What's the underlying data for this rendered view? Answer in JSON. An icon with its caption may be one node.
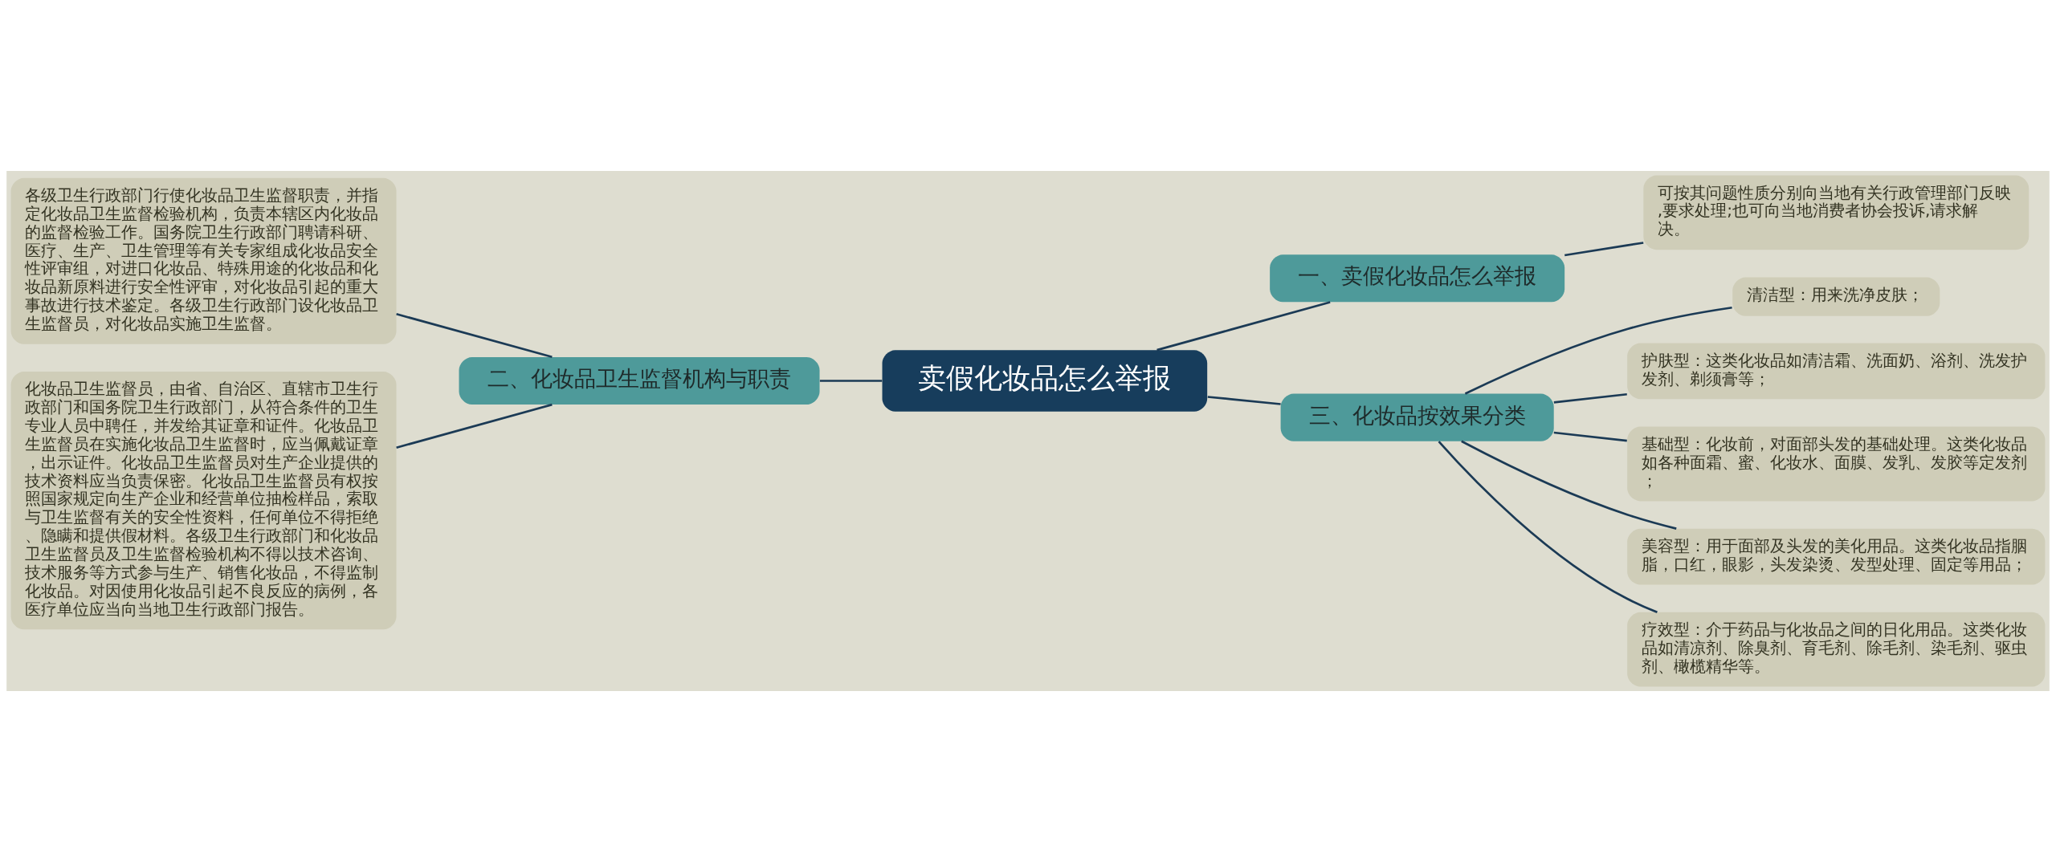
{
  "diagram": {
    "nodes": [
      {
        "text": [
          "卖假化妆品怎么举报"
        ]
      },
      {
        "text": [
          "一、卖假化妆品怎么举报"
        ]
      },
      {
        "text": [
          "可按其问题性质分别向当地有关行政管理部门反映,要求处理;也可向当地消费者协会投诉,请求解决。"
        ]
      },
      {
        "text": [
          "二、化妆品卫生监督机构与职责"
        ]
      },
      {
        "text": [
          "各级卫生行政部门行使化妆品卫生监督职责，并指定化妆品卫生监督检验机构，负责本辖区内化妆品的监督检验工作。国务院卫生行政部门聘请科研、医疗、生产、卫生管理等有关专家组成化妆品安全性评审组，对进口化妆品、特殊用途的化妆品和化妆品新原料进行安全性评审，对化妆品引起的重大事故进行技术鉴定。各级卫生行政部门设化妆品卫生监督员，对化妆品实施卫生监督。"
        ]
      },
      {
        "text": [
          "化妆品卫生监督员，由省、自治区、直辖市卫生行政部门和国务院卫生行政部门，从符合条件的卫生专业人员中聘任，并发给其证章和证件。化妆品卫生监督员在实施化妆品卫生监督时，应当佩戴证章，出示证件。化妆品卫生监督员对生产企业提供的技术资料应当负责保密。化妆品卫生监督员有权按照国家规定向生产企业和经营单位抽检样品，索取与卫生监督有关的安全性资料，任何单位不得拒绝、隐瞒和提供假材料。各级卫生行政部门和化妆品卫生监督员及卫生监督检验机构不得以技术咨询、技术服务等方式参与生产、销售化妆品，不得监制化妆品。对因使用化妆品引起不良反应的病例，各医疗单位应当向当地卫生行政部门报告。"
        ]
      },
      {
        "text": [
          "三、化妆品按效果分类"
        ]
      },
      {
        "text": [
          "清洁型：用来洗净皮肤；"
        ]
      },
      {
        "text": [
          "护肤型：这类化妆品如清洁霜、洗面奶、浴剂、洗发护发剂、剃须膏等；"
        ]
      },
      {
        "text": [
          "基础型：化妆前，对面部头发的基础处理。这类化妆品如各种面霜、蜜、化妆水、面膜、发乳、发胶等定发剂；"
        ]
      },
      {
        "text": [
          "美容型：用于面部及头发的美化用品。这类化妆品指胭脂，口红，眼影，头发染烫、发型处理、固定等用品；"
        ]
      },
      {
        "text": [
          "疗效型：介于药品与化妆品之间的日化用品。这类化妆品如清凉剂、除臭剂、育毛剂、除毛剂、染毛剂、驱虫剂、橄榄精华等。"
        ]
      }
    ],
    "edges": [
      {
        "from": 0,
        "to": 1,
        "arrow": "none"
      },
      {
        "from": 1,
        "to": 2,
        "arrow": "none"
      },
      {
        "from": 0,
        "to": 3,
        "arrow": "none"
      },
      {
        "from": 3,
        "to": 4,
        "arrow": "none"
      },
      {
        "from": 3,
        "to": 5,
        "arrow": "none"
      },
      {
        "from": 0,
        "to": 6,
        "arrow": "none"
      },
      {
        "from": 6,
        "to": 7,
        "arrow": "none"
      },
      {
        "from": 6,
        "to": 8,
        "arrow": "none"
      },
      {
        "from": 6,
        "to": 9,
        "arrow": "none"
      },
      {
        "from": 6,
        "to": 10,
        "arrow": "none"
      },
      {
        "from": 6,
        "to": 11,
        "arrow": "none"
      }
    ]
  }
}
